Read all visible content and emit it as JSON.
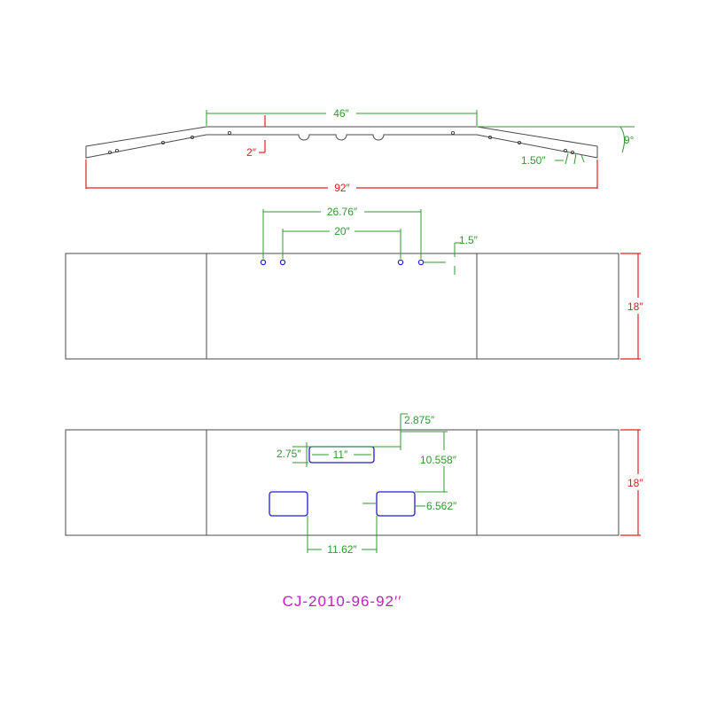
{
  "colors": {
    "outline": "#4a4a4a",
    "dimension_green": "#2e9a2e",
    "dimension_red": "#e02020",
    "holes_blue": "#1f1fd0",
    "title_magenta": "#c020c0"
  },
  "top_view": {
    "center_span": "46″",
    "drop": "2″",
    "angle": "9°",
    "end_offset": "1.50″",
    "overall_width": "92″"
  },
  "front_view_upper": {
    "outer_bolt_spacing": "26.76″",
    "inner_bolt_spacing": "20″",
    "bolt_edge_offset": "1.5″",
    "height": "18″"
  },
  "front_view_lower": {
    "slot_top_offset": "2.875″",
    "slot_height": "2.75″",
    "slot_width": "11″",
    "cutout_vertical_offset": "10.558″",
    "cutout_offset": "6.562″",
    "cutout_spacing": "11.62″",
    "height": "18″"
  },
  "part_number": "CJ-2010-96-92′′"
}
